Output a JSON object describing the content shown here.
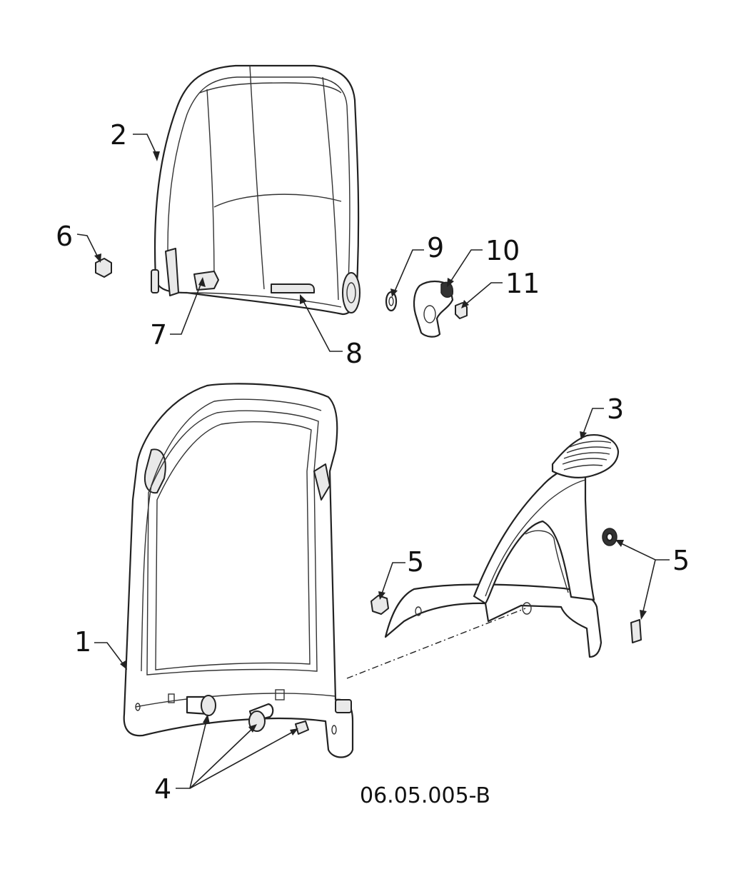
{
  "diagram": {
    "drawing_code": "06.05.005-B",
    "callouts": [
      {
        "id": "c1",
        "label": "1"
      },
      {
        "id": "c2",
        "label": "2"
      },
      {
        "id": "c3",
        "label": "3"
      },
      {
        "id": "c4",
        "label": "4"
      },
      {
        "id": "c5a",
        "label": "5"
      },
      {
        "id": "c5b",
        "label": "5"
      },
      {
        "id": "c6",
        "label": "6"
      },
      {
        "id": "c7",
        "label": "7"
      },
      {
        "id": "c8",
        "label": "8"
      },
      {
        "id": "c9",
        "label": "9"
      },
      {
        "id": "c10",
        "label": "10"
      },
      {
        "id": "c11",
        "label": "11"
      }
    ]
  }
}
